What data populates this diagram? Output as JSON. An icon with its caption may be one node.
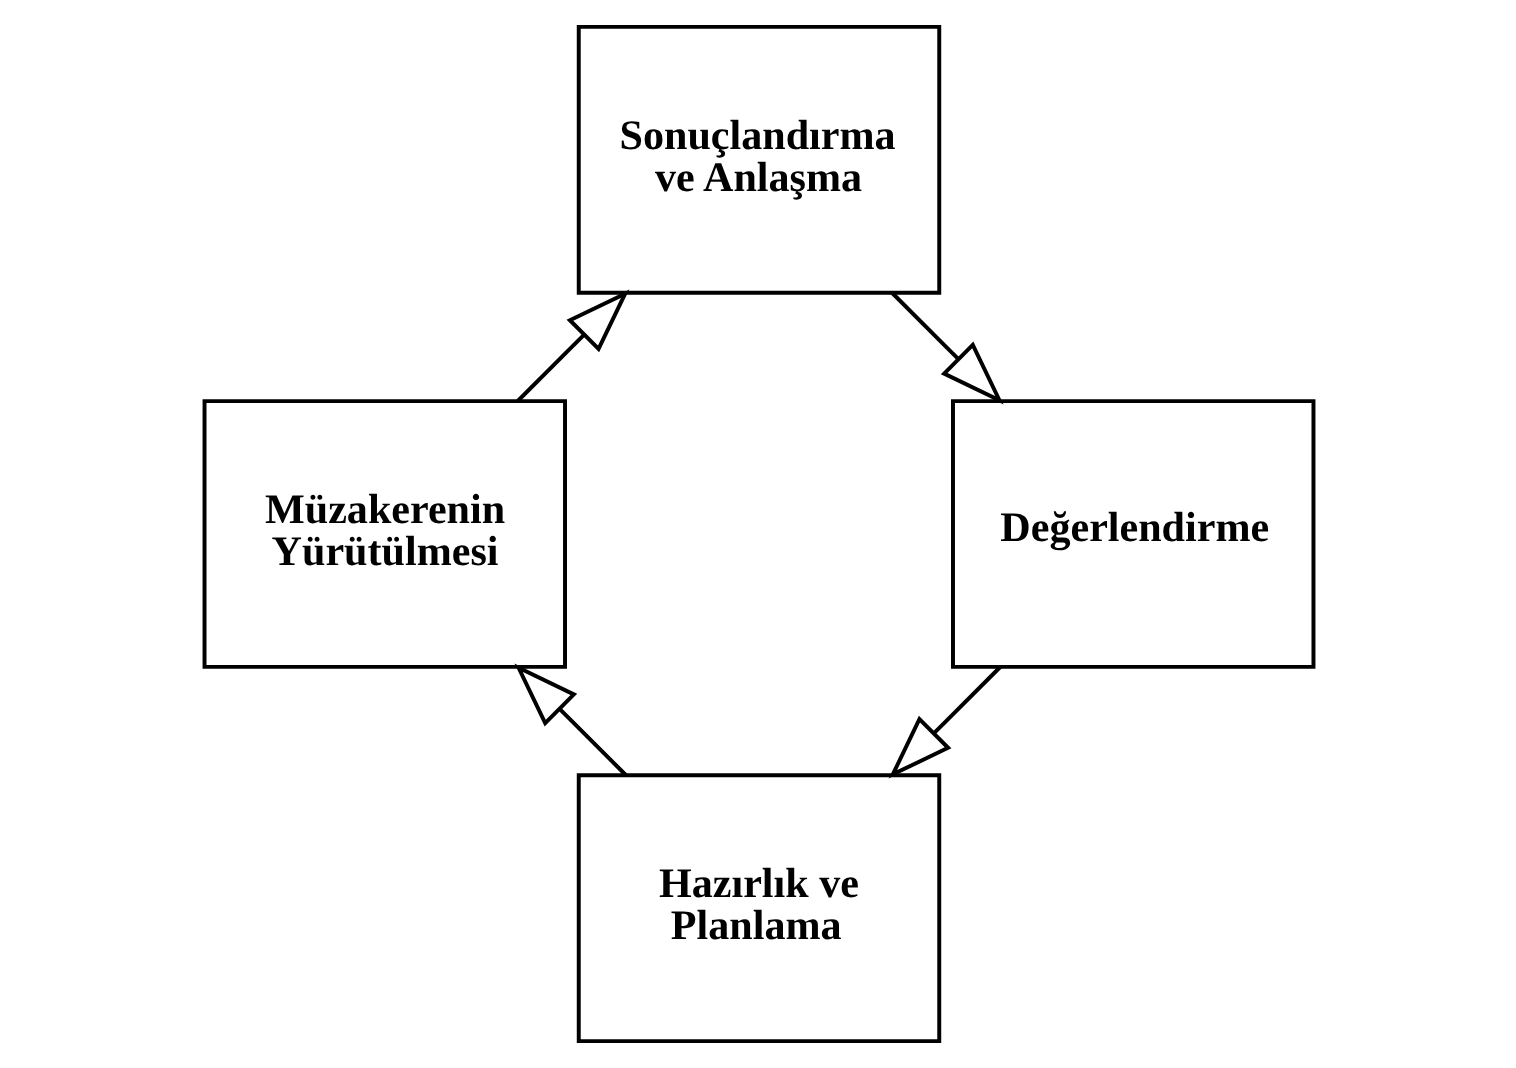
{
  "diagram": {
    "nodes": [
      {
        "text": [
          "Hazırlık ve Planlama"
        ]
      },
      {
        "text": [
          "Müzakerenin Yürütülmesi"
        ]
      },
      {
        "text": [
          "Sonuçlandırma ve Anlaşma"
        ]
      },
      {
        "text": [
          "Değerlendirme"
        ]
      }
    ],
    "edges": [
      {
        "from": 0,
        "to": 1,
        "arrow": "to"
      },
      {
        "from": 1,
        "to": 2,
        "arrow": "to"
      },
      {
        "from": 2,
        "to": 3,
        "arrow": "to"
      },
      {
        "from": 3,
        "to": 0,
        "arrow": "to"
      }
    ]
  }
}
